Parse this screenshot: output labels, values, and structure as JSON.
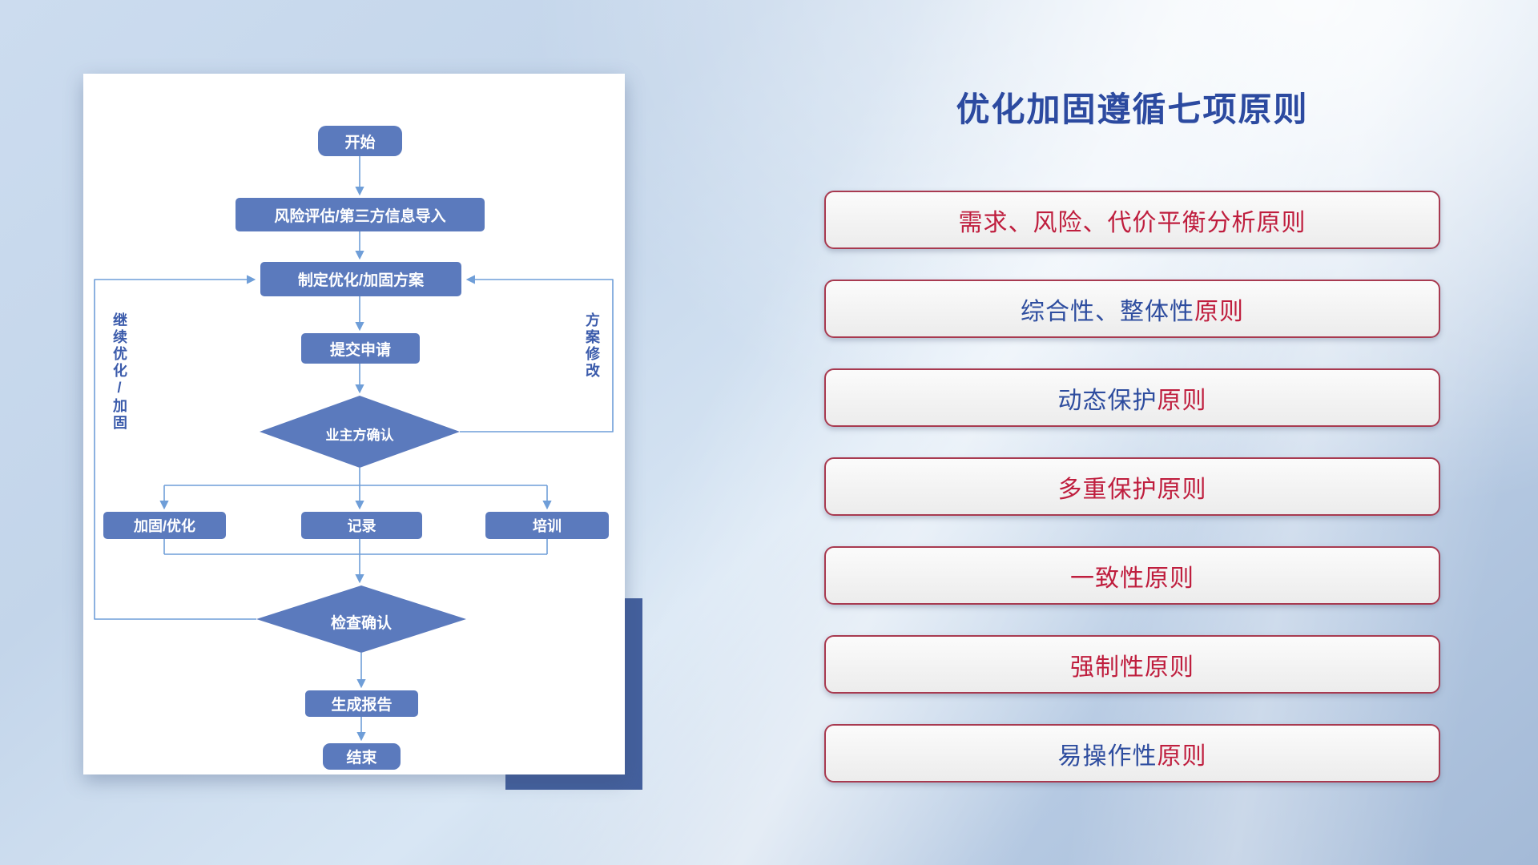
{
  "colors": {
    "title_blue": "#2c4aa0",
    "principle_text_red": "#bf1e3e",
    "principle_text_blue": "#2e4d9f",
    "principle_border_red": "#a83a50",
    "flow_node_blue": "#5b7abd",
    "flow_line_blue": "#6f9ed8",
    "accent_rect_blue": "#44609d"
  },
  "right_panel": {
    "title": "优化加固遵循七项原则",
    "principles": [
      {
        "segments": [
          {
            "text": "需求、风险、代价平衡分析原则",
            "style": "color:#bf1e3e"
          },
          {
            "text": "",
            "style": ""
          }
        ]
      },
      {
        "segments": [
          {
            "text": "综合性、整体性",
            "style": "color:#2e4d9f"
          },
          {
            "text": "原则",
            "style": "color:#bf1e3e"
          }
        ]
      },
      {
        "segments": [
          {
            "text": "动态保护",
            "style": "color:#2e4d9f"
          },
          {
            "text": "原则",
            "style": "color:#bf1e3e"
          }
        ]
      },
      {
        "segments": [
          {
            "text": "多重保护原则",
            "style": "color:#bf1e3e"
          },
          {
            "text": "",
            "style": ""
          }
        ]
      },
      {
        "segments": [
          {
            "text": "一致性原则",
            "style": "color:#bf1e3e"
          },
          {
            "text": "",
            "style": ""
          }
        ]
      },
      {
        "segments": [
          {
            "text": "强制性原则",
            "style": "color:#bf1e3e"
          },
          {
            "text": "",
            "style": ""
          }
        ]
      },
      {
        "segments": [
          {
            "text": "易操作性",
            "style": "color:#2e4d9f"
          },
          {
            "text": "原则",
            "style": "color:#bf1e3e"
          }
        ]
      }
    ]
  },
  "flowchart": {
    "start": "开始",
    "risk_import": "风险评估/第三方信息导入",
    "make_plan": "制定优化/加固方案",
    "submit": "提交申请",
    "owner_confirm": "业主方确认",
    "reinforce": "加固/优化",
    "record": "记录",
    "training": "培训",
    "check_confirm": "检查确认",
    "report": "生成报告",
    "end": "结束",
    "label_continue": "继续优化/加固",
    "label_modify": "方案修改"
  }
}
